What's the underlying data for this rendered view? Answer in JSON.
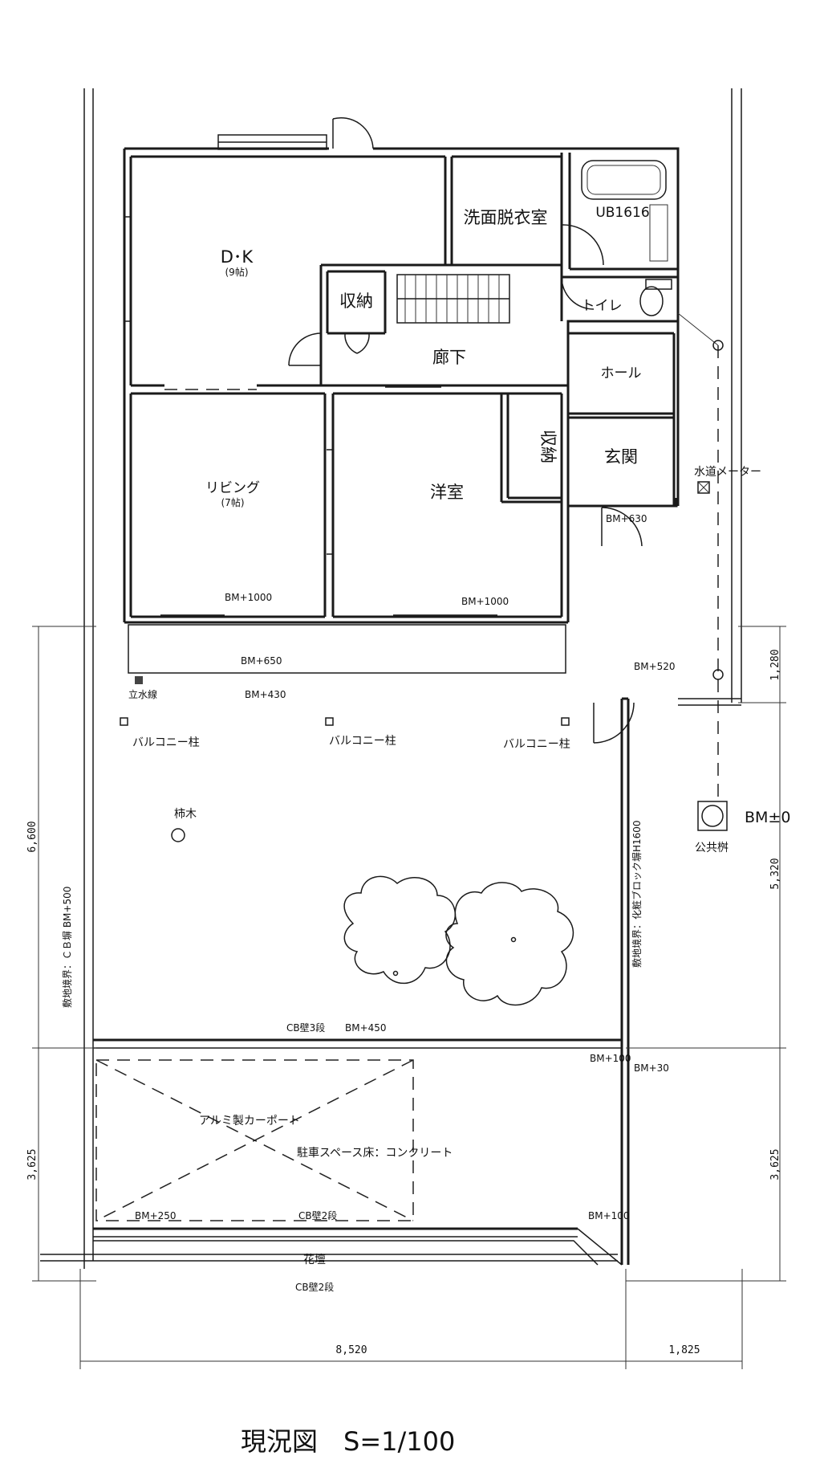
{
  "rooms": {
    "dk": "D･K",
    "dk_size": "(9帖)",
    "washroom": "洗面脱衣室",
    "bath": "UB1616",
    "storage_top": "収納",
    "toilet": "トイレ",
    "corridor": "廊下",
    "hall": "ホール",
    "storage_side": "収納",
    "entrance": "玄関",
    "living": "リビング",
    "living_size": "(7帖)",
    "western": "洋室"
  },
  "annotations": {
    "water_meter": "水道メーター",
    "bm_630": "BM+630",
    "bm_1000_left": "BM+1000",
    "bm_1000_right": "BM+1000",
    "bm_650": "BM+650",
    "bm_520": "BM+520",
    "standpipe": "立水線",
    "bm_430": "BM+430",
    "balcony_col_1": "バルコニー柱",
    "balcony_col_2": "バルコニー柱",
    "balcony_col_3": "バルコニー柱",
    "persimmon": "柿木",
    "bm_zero": "BM±0",
    "public_basin": "公共桝",
    "boundary_left": "敷地境界：ＣＢ塀 BM+500",
    "boundary_right": "敷地境界：化粧ブロック塀H1600",
    "cb_wall_3": "CB壁3段",
    "bm_450": "BM+450",
    "bm_100_a": "BM+100",
    "bm_30": "BM+30",
    "carport": "アルミ製カーポート",
    "parking_floor": "駐車スペース床：コンクリート",
    "bm_250": "BM+250",
    "cb_wall_2_a": "CB壁2段",
    "bm_100_b": "BM+100",
    "flowerbed": "花壇",
    "cb_wall_2_b": "CB壁2段"
  },
  "dimensions": {
    "d_1280": "1,280",
    "d_6600": "6,600",
    "d_5320": "5,320",
    "d_3625_left": "3,625",
    "d_3625_right": "3,625",
    "d_8520": "8,520",
    "d_1825": "1,825"
  },
  "title": "現況図　S=1/100"
}
